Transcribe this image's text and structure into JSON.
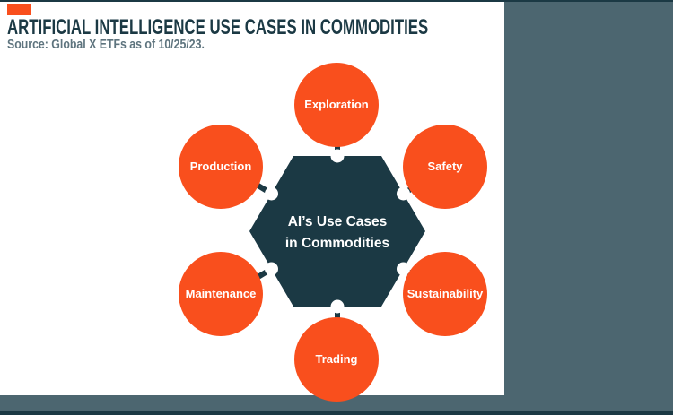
{
  "header": {
    "title": "ARTIFICIAL INTELLIGENCE USE CASES IN COMMODITIES",
    "source": "Source: Global X ETFs as of 10/25/23."
  },
  "diagram": {
    "hub": {
      "line1": "AI’s Use Cases",
      "line2": "in Commodities"
    },
    "nodes": [
      {
        "label": "Exploration"
      },
      {
        "label": "Safety"
      },
      {
        "label": "Sustainability"
      },
      {
        "label": "Trading"
      },
      {
        "label": "Maintenance"
      },
      {
        "label": "Production"
      }
    ]
  },
  "colors": {
    "node_orange": "#F94F1D",
    "hub_dark_teal": "#1B3944",
    "page_gray_blue": "#4C6670",
    "source_text_gray": "#5E747E",
    "background_white": "#FFFFFF"
  }
}
